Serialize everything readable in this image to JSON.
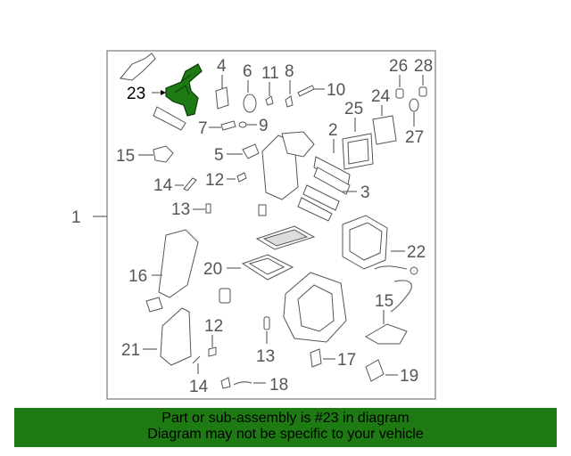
{
  "diagram": {
    "callouts": {
      "c1": "1",
      "c2": "2",
      "c3": "3",
      "c4": "4",
      "c5": "5",
      "c6": "6",
      "c7": "7",
      "c8": "8",
      "c9": "9",
      "c10": "10",
      "c11": "11",
      "c12a": "12",
      "c12b": "12",
      "c13a": "13",
      "c13b": "13",
      "c14a": "14",
      "c14b": "14",
      "c15a": "15",
      "c15b": "15",
      "c16": "16",
      "c17": "17",
      "c18": "18",
      "c19": "19",
      "c20": "20",
      "c21": "21",
      "c22": "22",
      "c23": "23",
      "c24": "24",
      "c25": "25",
      "c26": "26",
      "c27": "27",
      "c28": "28"
    },
    "highlighted_part": "23",
    "highlight_color": "#1e7a12"
  },
  "caption": {
    "line1": "Part or sub-assembly is #23 in diagram",
    "line2": "Diagram may not be specific to your vehicle",
    "background_color": "#1e7a12"
  }
}
